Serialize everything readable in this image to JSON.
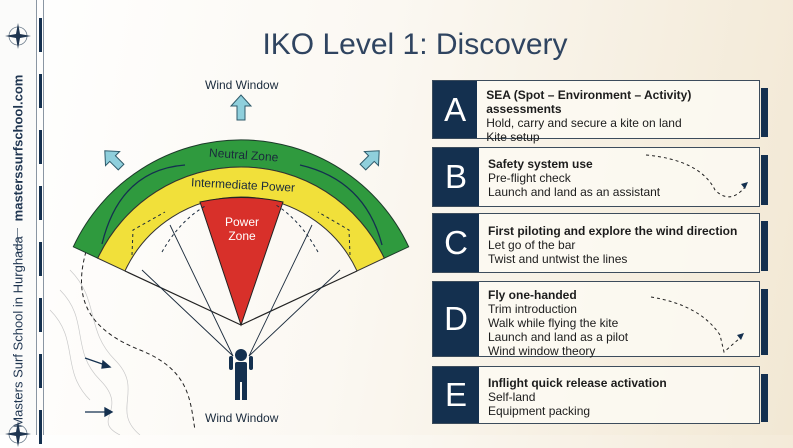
{
  "title": "IKO Level 1: Discovery",
  "sidebar": {
    "website": "masterssurfschool.com",
    "school": "Masters Surf School in Hurghada"
  },
  "diagram": {
    "top_label": "Wind Window",
    "bottom_label": "Wind Window",
    "zones": {
      "neutral": "Neutral Zone",
      "intermediate": "Intermediate Power",
      "power_line1": "Power",
      "power_line2": "Zone"
    },
    "colors": {
      "neutral": "#2f9a3e",
      "intermediate": "#f1e03a",
      "power": "#d8302a",
      "navy": "#14304f",
      "arrow": "#8fcfdc"
    }
  },
  "sections": [
    {
      "letter": "A",
      "heading": "SEA (Spot – Environment – Activity) assessments",
      "items": [
        "Hold, carry and secure a kite on land",
        "Kite setup"
      ]
    },
    {
      "letter": "B",
      "heading": "Safety system use",
      "items": [
        "Pre-flight check",
        "Launch and land as an assistant"
      ]
    },
    {
      "letter": "C",
      "heading": "First piloting and explore the wind direction",
      "items": [
        "Let go of the bar",
        "Twist and untwist the lines"
      ]
    },
    {
      "letter": "D",
      "heading": "Fly one-handed",
      "items": [
        "Trim introduction",
        "Walk while flying the kite",
        "Launch and land as a pilot",
        "Wind window theory"
      ]
    },
    {
      "letter": "E",
      "heading": "Inflight quick release activation",
      "items": [
        "Self-land",
        "Equipment packing"
      ]
    }
  ]
}
